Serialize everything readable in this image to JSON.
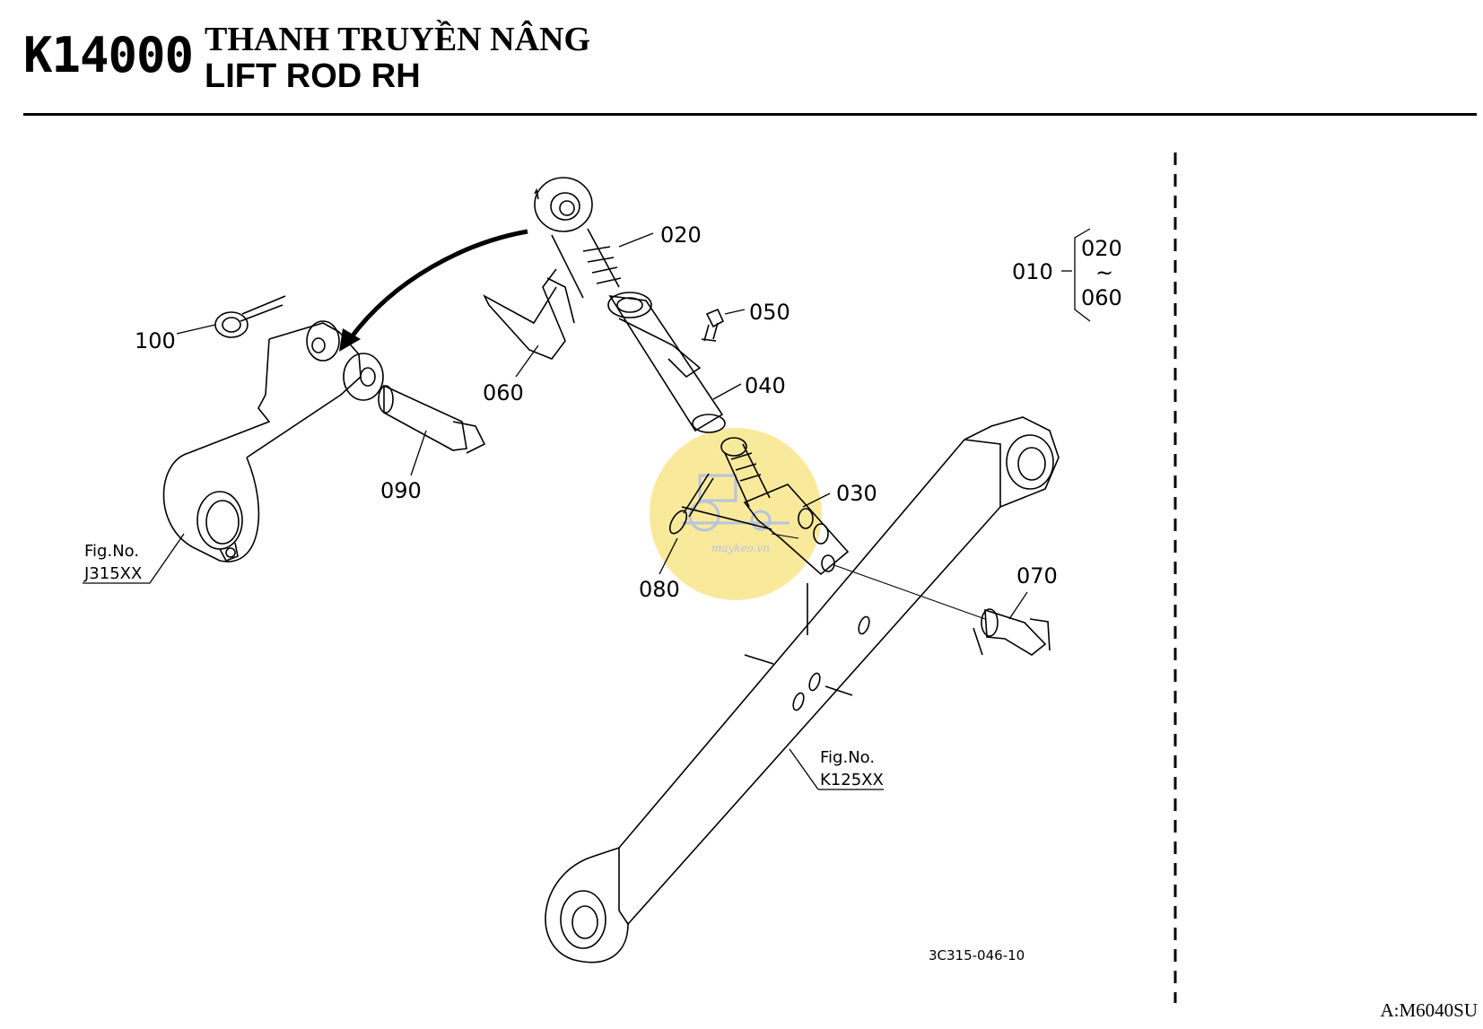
{
  "header": {
    "code": "K14000",
    "title_vi": "THANH TRUYỀN NÂNG",
    "title_en": "LIFT ROD RH"
  },
  "callouts": {
    "p020": "020",
    "p050": "050",
    "p040": "040",
    "p060": "060",
    "p100": "100",
    "p090": "090",
    "p030": "030",
    "p080": "080",
    "p070": "070"
  },
  "assembly": {
    "parent": "010",
    "range_start": "020",
    "range_tilde": "~",
    "range_end": "060"
  },
  "figure_refs": {
    "left_title": "Fig.No.",
    "left_number": "J315XX",
    "lower_title": "Fig.No.",
    "lower_number": "K125XX"
  },
  "drawing_number": "3C315-046-10",
  "watermark_text": "maykeo.vn",
  "footer_code": "A:M6040SU",
  "colors": {
    "ink": "#000000",
    "watermark": "#f7e27a",
    "watermark_icon": "#b8c4de"
  }
}
